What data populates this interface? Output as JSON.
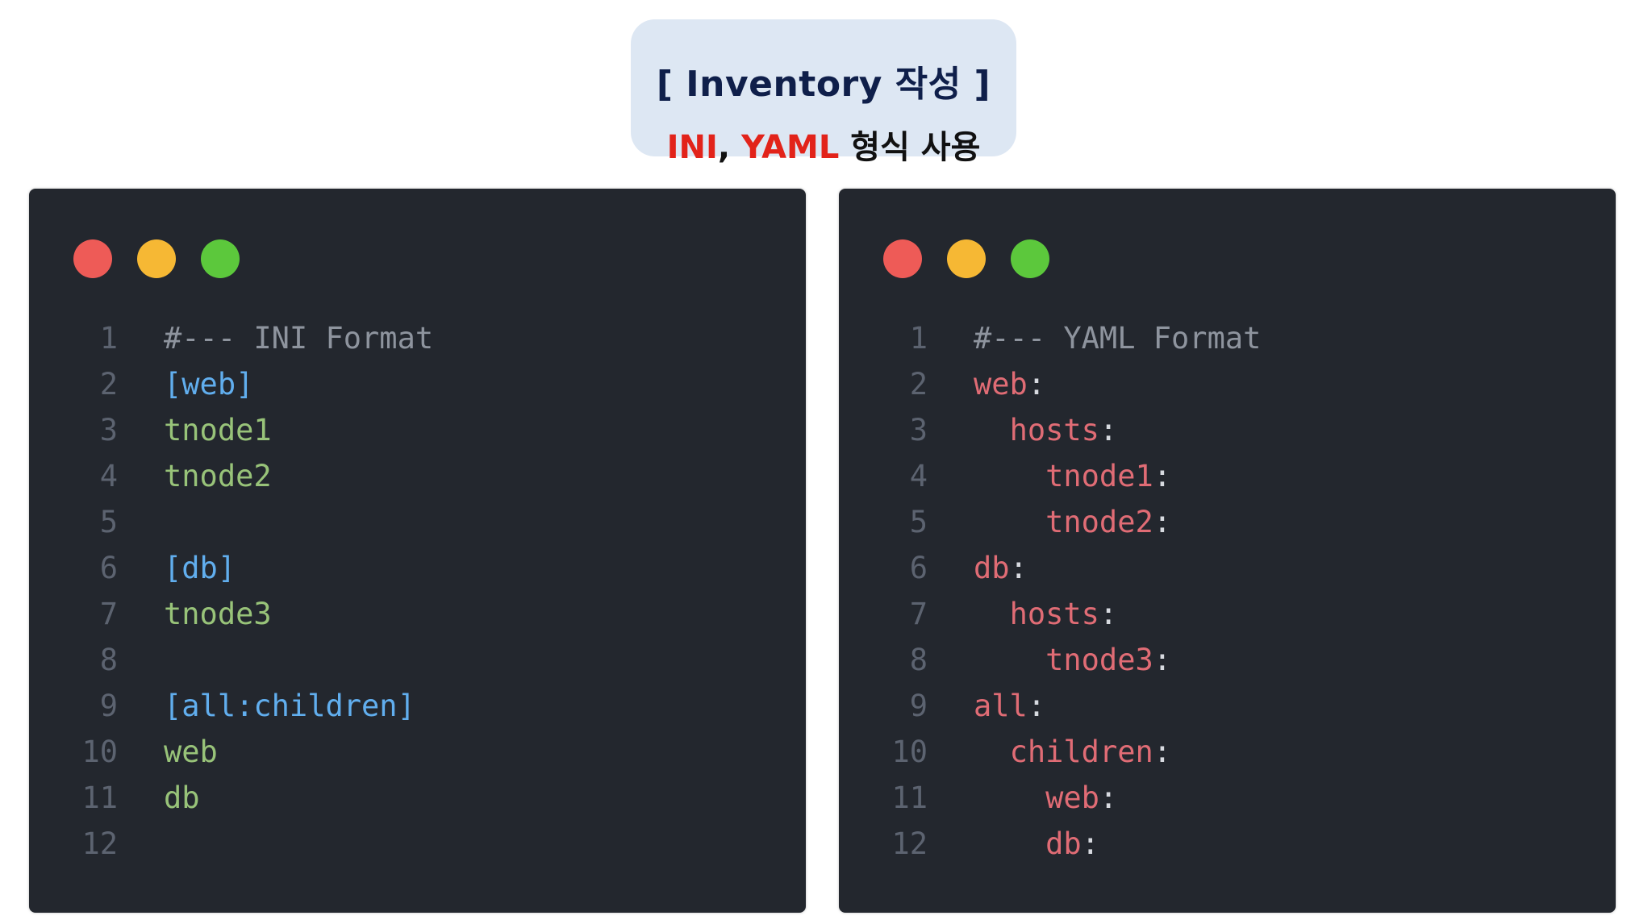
{
  "header": {
    "title": "[ Inventory 작성 ]",
    "subtitle_ini": "INI",
    "subtitle_sep": ", ",
    "subtitle_yaml": "YAML",
    "subtitle_rest": " 형식 사용"
  },
  "colors": {
    "editor_bg": "#23272e",
    "comment": "#8e949e",
    "ini_section": "#61aeee",
    "ini_host": "#98c379",
    "yaml_key": "#e06c75",
    "highlight_red": "#e2231a"
  },
  "icons": {
    "window_buttons": [
      "close-dot-red",
      "minimize-dot-yellow",
      "maximize-dot-green"
    ]
  },
  "ini_panel": {
    "lines": [
      {
        "n": "1",
        "text": "#--- INI Format"
      },
      {
        "n": "2",
        "text": "[web]"
      },
      {
        "n": "3",
        "text": "tnode1"
      },
      {
        "n": "4",
        "text": "tnode2"
      },
      {
        "n": "5",
        "text": ""
      },
      {
        "n": "6",
        "text": "[db]"
      },
      {
        "n": "7",
        "text": "tnode3"
      },
      {
        "n": "8",
        "text": ""
      },
      {
        "n": "9",
        "text": "[all:children]"
      },
      {
        "n": "10",
        "text": "web"
      },
      {
        "n": "11",
        "text": "db"
      },
      {
        "n": "12",
        "text": ""
      }
    ]
  },
  "yaml_panel": {
    "lines": [
      {
        "n": "1",
        "indent": "",
        "key": "",
        "punc": "",
        "comment": "#--- YAML Format"
      },
      {
        "n": "2",
        "indent": "",
        "key": "web",
        "punc": ":"
      },
      {
        "n": "3",
        "indent": "  ",
        "key": "hosts",
        "punc": ":"
      },
      {
        "n": "4",
        "indent": "    ",
        "key": "tnode1",
        "punc": ":"
      },
      {
        "n": "5",
        "indent": "    ",
        "key": "tnode2",
        "punc": ":"
      },
      {
        "n": "6",
        "indent": "",
        "key": "db",
        "punc": ":"
      },
      {
        "n": "7",
        "indent": "  ",
        "key": "hosts",
        "punc": ":"
      },
      {
        "n": "8",
        "indent": "    ",
        "key": "tnode3",
        "punc": ":"
      },
      {
        "n": "9",
        "indent": "",
        "key": "all",
        "punc": ":"
      },
      {
        "n": "10",
        "indent": "  ",
        "key": "children",
        "punc": ":"
      },
      {
        "n": "11",
        "indent": "    ",
        "key": "web",
        "punc": ":"
      },
      {
        "n": "12",
        "indent": "    ",
        "key": "db",
        "punc": ":"
      }
    ]
  }
}
